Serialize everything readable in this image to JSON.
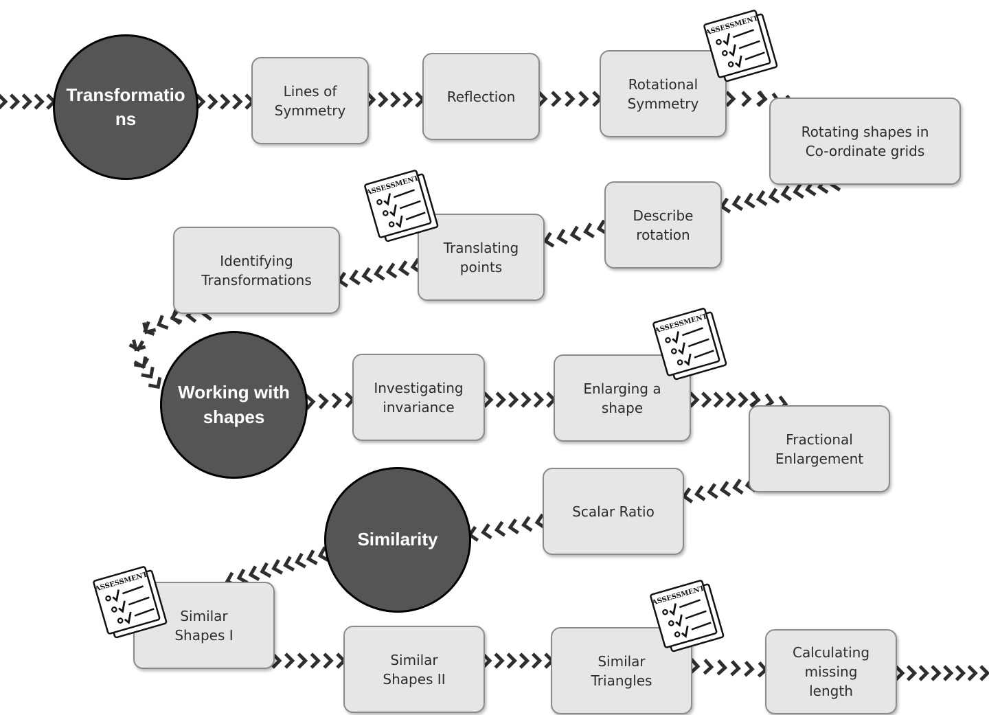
{
  "hubs": {
    "transformations": "Transformatio\nns",
    "working_with_shapes": "Working with\nshapes",
    "similarity": "Similarity"
  },
  "steps": {
    "lines_of_symmetry": "Lines of\nSymmetry",
    "reflection": "Reflection",
    "rotational_symmetry": "Rotational\nSymmetry",
    "rotating_shapes": "Rotating shapes in\nCo-ordinate grids",
    "describe_rotation": "Describe\nrotation",
    "translating_points": "Translating\npoints",
    "identifying_transformations": "Identifying\nTransformations",
    "investigating_invariance": "Investigating\ninvariance",
    "enlarging_a_shape": "Enlarging a\nshape",
    "fractional_enlargement": "Fractional\nEnlargement",
    "scalar_ratio": "Scalar Ratio",
    "similar_shapes_1": "Similar\nShapes I",
    "similar_shapes_2": "Similar\nShapes II",
    "similar_triangles": "Similar\nTriangles",
    "calculating_missing_length": "Calculating\nmissing\nlength"
  },
  "assessment": {
    "label": "ASSESSMENT",
    "icon": "assessment-checklist-icon"
  },
  "colors": {
    "hub_fill": "#555555",
    "hub_border": "#000000",
    "box_fill": "#e6e6e6",
    "box_border": "#8a8a8a",
    "chevron": "#2e2e2e"
  }
}
